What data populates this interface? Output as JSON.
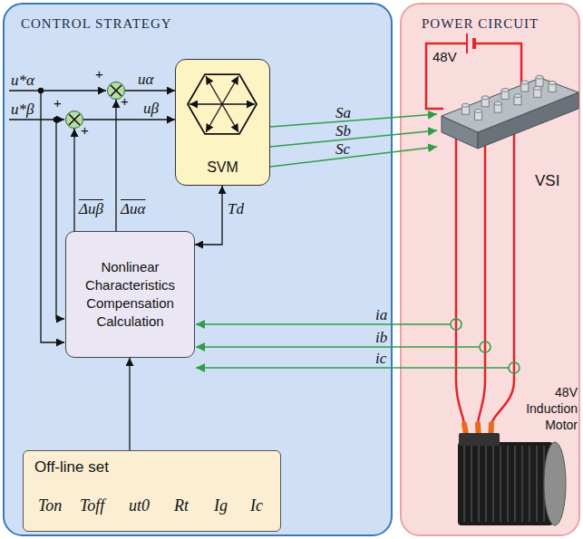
{
  "diagram": {
    "nodes": [
      {
        "text": [
          "CONTROL STRATEGY"
        ]
      },
      {
        "text": [
          "+",
          "+"
        ],
        "in": 0
      },
      {
        "text": [
          "+",
          "+"
        ],
        "in": 0
      },
      {
        "text": [
          "SVM"
        ],
        "in": 0
      },
      {
        "text": [
          "Nonlinear Characteristics Compensation Calculation"
        ],
        "in": 0
      },
      {
        "text": [
          "Off-line set",
          "Ton",
          "Toff",
          "ut0",
          "Rt",
          "Ig",
          "Ic"
        ],
        "in": 0
      },
      {
        "text": [
          "POWER CIRCUIT"
        ]
      },
      {
        "text": [
          "VSI"
        ],
        "in": 6
      },
      {
        "text": [
          "48V Induction Motor"
        ],
        "in": 6
      }
    ],
    "edges": [
      {
        "from": 4,
        "to": 2,
        "label": "Δuβ",
        "arrow": "to"
      },
      {
        "from": 4,
        "to": 1,
        "label": "Δuα",
        "arrow": "to"
      },
      {
        "from": 1,
        "to": 3,
        "label": "uα",
        "arrow": "to"
      },
      {
        "from": 2,
        "to": 3,
        "label": "uβ",
        "arrow": "to"
      },
      {
        "from": 3,
        "to": 4,
        "label": "Td",
        "arrow": "both"
      },
      {
        "from": 3,
        "to": 7,
        "label": "Sa",
        "arrow": "to"
      },
      {
        "from": 3,
        "to": 7,
        "label": "Sb",
        "arrow": "to"
      },
      {
        "from": 3,
        "to": 7,
        "label": "Sc",
        "arrow": "to"
      },
      {
        "from": 5,
        "to": 4,
        "arrow": "to"
      },
      {
        "from": 7,
        "to": 8,
        "arrow": "none"
      },
      {
        "from": 7,
        "to": 8,
        "arrow": "none"
      },
      {
        "from": 7,
        "to": 8,
        "arrow": "none"
      }
    ],
    "labels": [
      "u*α",
      "u*β",
      "ia",
      "ib",
      "ic",
      "48V"
    ]
  }
}
